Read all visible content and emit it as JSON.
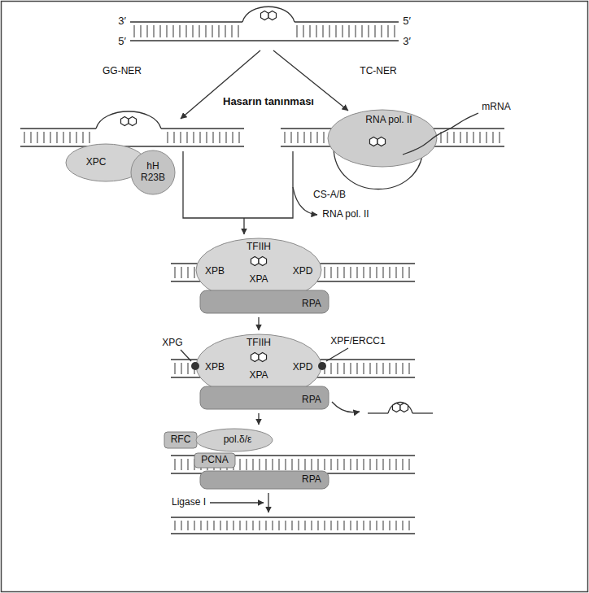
{
  "diagram": {
    "nodes": [
      {
        "text": [
          "XPC"
        ]
      },
      {
        "text": [
          "hH R23B"
        ]
      },
      {
        "text": [
          "RNA pol. II"
        ]
      },
      {
        "text": [
          "TFIIH",
          "XPB",
          "XPA",
          "XPD"
        ]
      },
      {
        "text": [
          "RPA"
        ]
      },
      {
        "text": [
          "TFIIH",
          "XPB",
          "XPA",
          "XPD"
        ]
      },
      {
        "text": [
          "RPA"
        ]
      },
      {
        "text": [
          "RFC"
        ]
      },
      {
        "text": [
          "pol.δ/ε"
        ]
      },
      {
        "text": [
          "PCNA"
        ]
      },
      {
        "text": [
          "RPA"
        ]
      }
    ],
    "labels": [
      "3′",
      "5′",
      "5′",
      "3′",
      "GG-NER",
      "TC-NER",
      "Hasarın tanınması",
      "mRNA",
      "CS-A/B",
      "RNA pol. II",
      "XPG",
      "XPF/ERCC1",
      "Ligase I"
    ]
  }
}
